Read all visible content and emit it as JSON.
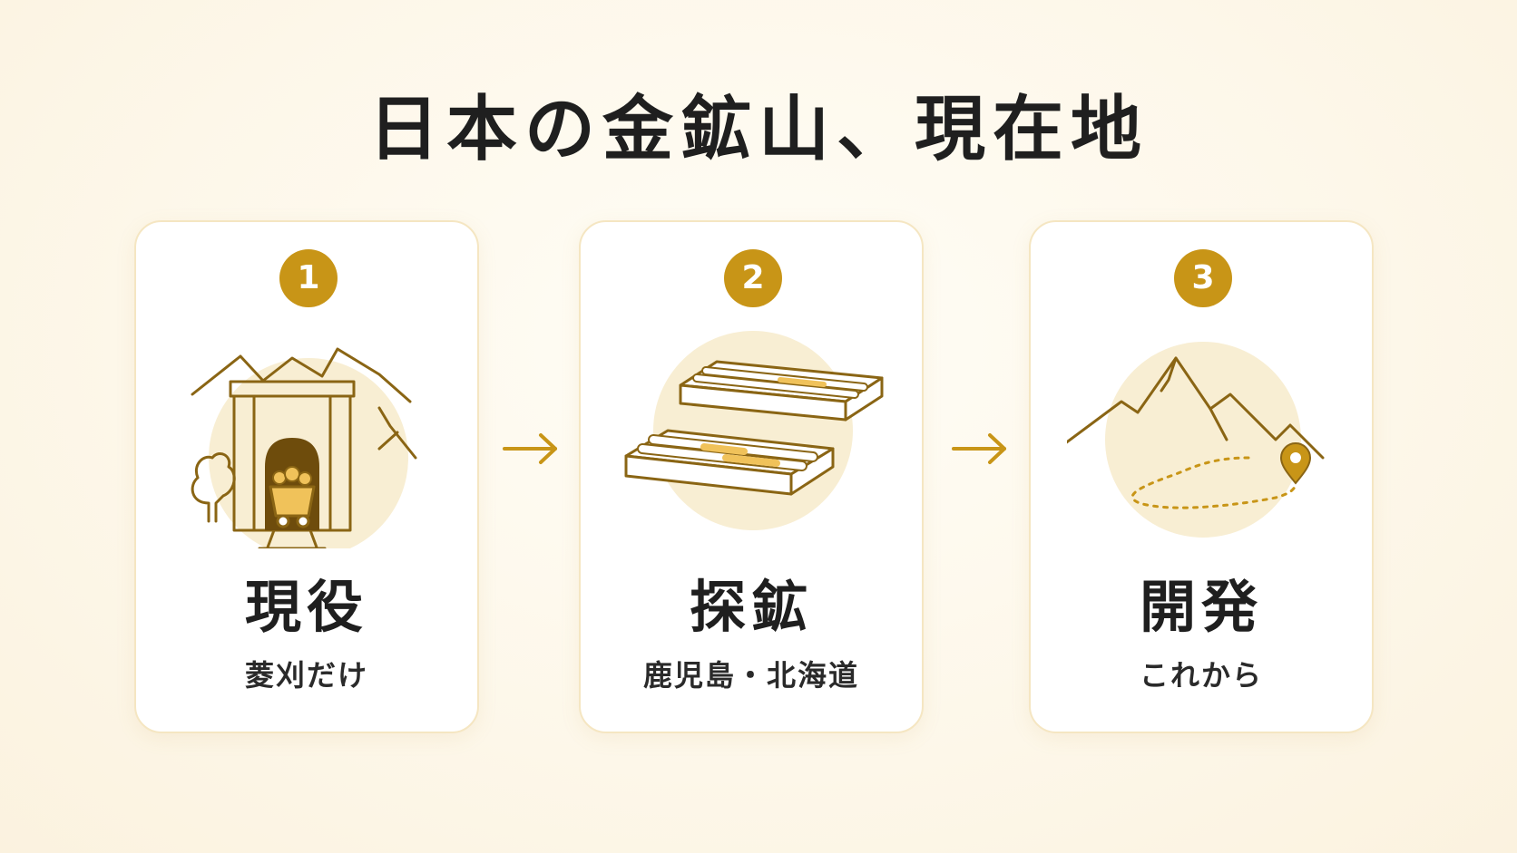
{
  "title": "日本の金鉱山、現在地",
  "colors": {
    "accent": "#c89517",
    "line": "#8a6514",
    "soft": "#f7ecd0",
    "gold": "#f0c25a"
  },
  "steps": [
    {
      "number": "1",
      "label": "現役",
      "sub": "菱刈だけ",
      "icon": "mine-tunnel-icon"
    },
    {
      "number": "2",
      "label": "探鉱",
      "sub": "鹿児島・北海道",
      "icon": "core-sample-boxes-icon"
    },
    {
      "number": "3",
      "label": "開発",
      "sub": "これから",
      "icon": "mountain-route-pin-icon"
    }
  ]
}
